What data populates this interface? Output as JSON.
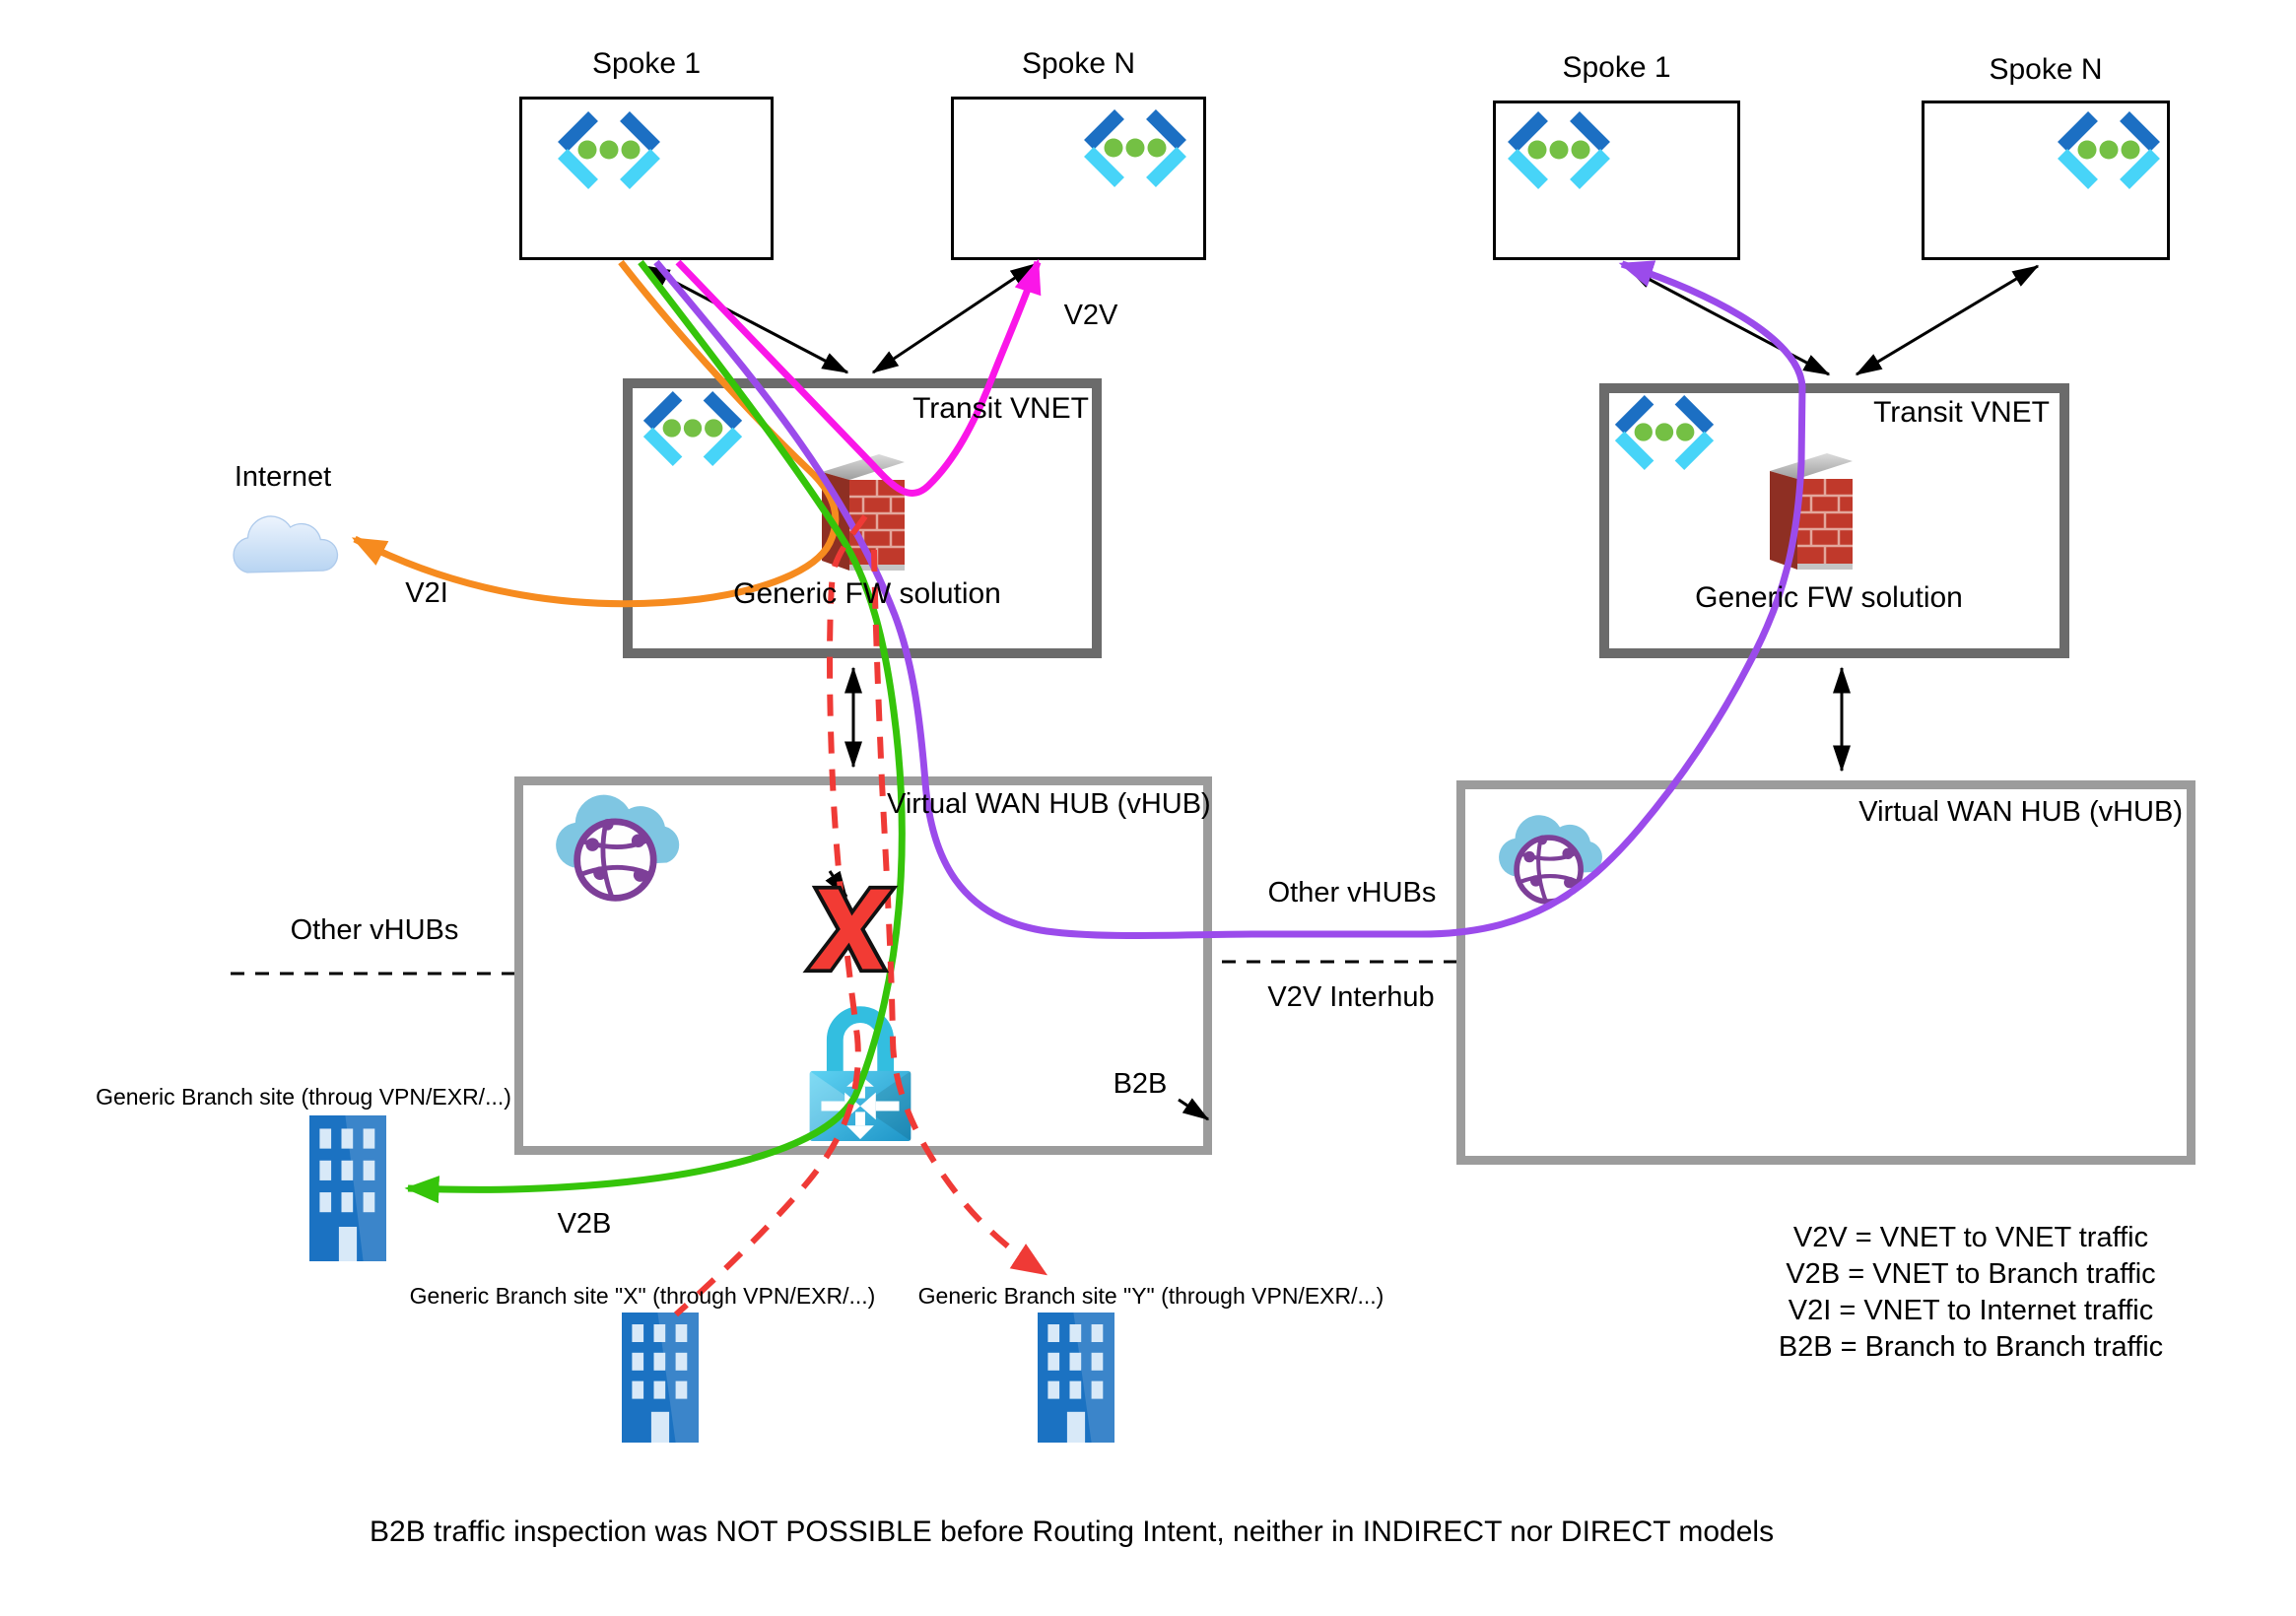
{
  "diagram": {
    "spokes": {
      "left1": "Spoke 1",
      "leftN": "Spoke N",
      "right1": "Spoke 1",
      "rightN": "Spoke N"
    },
    "transit": {
      "title": "Transit VNET",
      "fw_label": "Generic FW solution"
    },
    "hub": {
      "title": "Virtual WAN HUB (vHUB)"
    },
    "internet_label": "Internet",
    "flow_labels": {
      "v2v": "V2V",
      "v2i": "V2I",
      "v2b": "V2B",
      "b2b": "B2B",
      "other_vhubs_left": "Other vHUBs",
      "other_vhubs_right": "Other vHUBs",
      "v2v_interhub": "V2V Interhub"
    },
    "branch_sites": {
      "generic": "Generic Branch site (throug VPN/EXR/...)",
      "x": "Generic Branch site \"X\" (through VPN/EXR/...)",
      "y": "Generic Branch site \"Y\" (through VPN/EXR/...)"
    },
    "legend": [
      "V2V = VNET to VNET traffic",
      "V2B = VNET to Branch traffic",
      "V2I = VNET to Internet traffic",
      "B2B = Branch to Branch traffic"
    ],
    "caption": "B2B traffic inspection was NOT POSSIBLE before Routing Intent, neither in INDIRECT nor DIRECT models",
    "colors": {
      "v2v_magenta": "#FA16E8",
      "v2i_orange": "#F68B1F",
      "v2b_green": "#35C40A",
      "v2v_interhub_purple": "#9B4BEB",
      "b2b_blocked_red": "#EF3A36",
      "plain_arrow_black": "#000000",
      "transit_border_gray": "#6B6B6B",
      "hub_border_gray": "#9C9C9C"
    }
  }
}
